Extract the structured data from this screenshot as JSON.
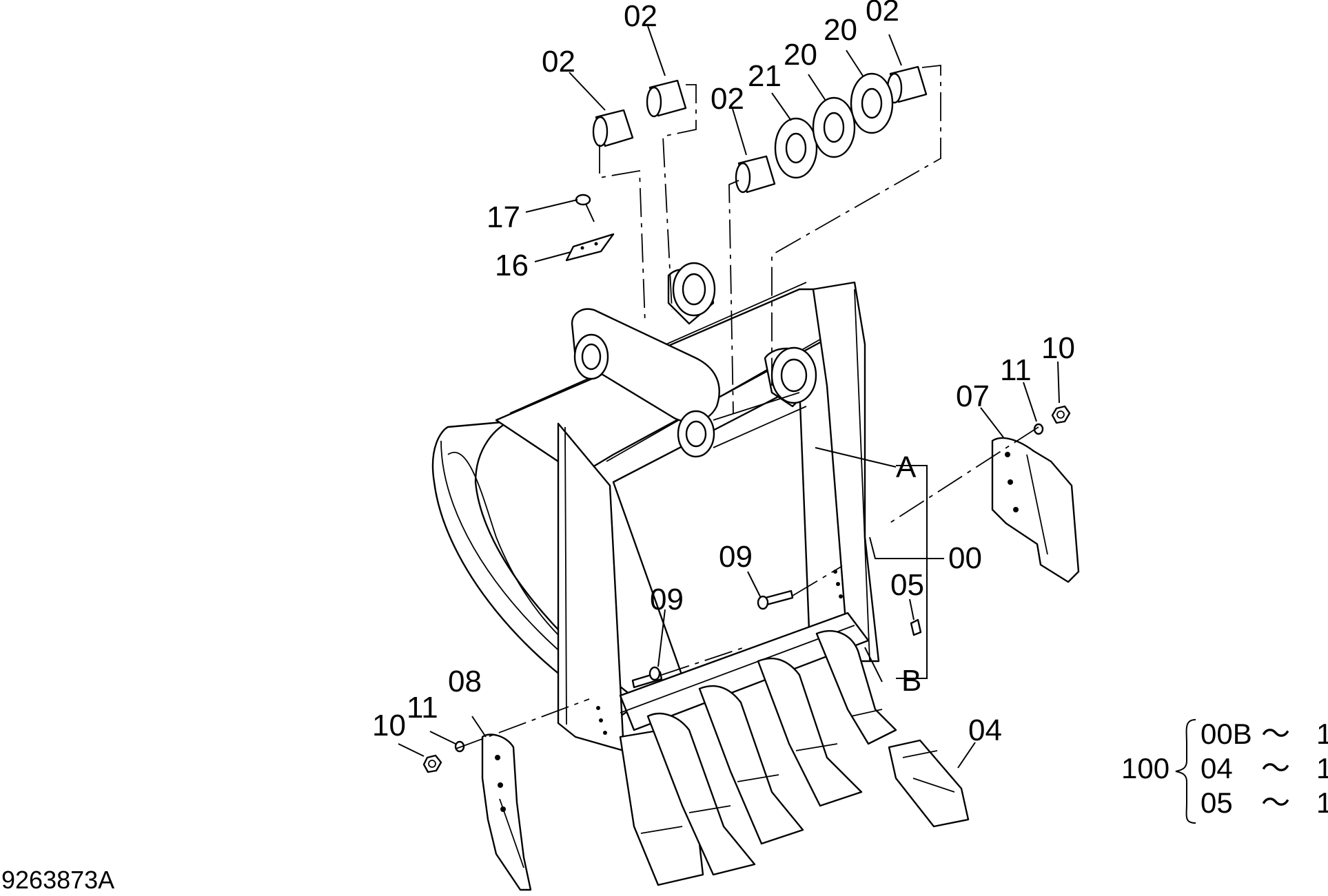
{
  "drawing_id": "9263873A",
  "colors": {
    "ink": "#000000",
    "paper": "#ffffff"
  },
  "callouts": [
    {
      "id": "c02_top",
      "text": "02"
    },
    {
      "id": "c02_left",
      "text": "02"
    },
    {
      "id": "c02_mid",
      "text": "02"
    },
    {
      "id": "c02_right",
      "text": "02"
    },
    {
      "id": "c21",
      "text": "21"
    },
    {
      "id": "c20_a",
      "text": "20"
    },
    {
      "id": "c20_b",
      "text": "20"
    },
    {
      "id": "c17",
      "text": "17"
    },
    {
      "id": "c16",
      "text": "16"
    },
    {
      "id": "cA",
      "text": "A"
    },
    {
      "id": "cB",
      "text": "B"
    },
    {
      "id": "c00",
      "text": "00"
    },
    {
      "id": "c07",
      "text": "07"
    },
    {
      "id": "c11_right",
      "text": "11"
    },
    {
      "id": "c10_right",
      "text": "10"
    },
    {
      "id": "c09_upper",
      "text": "09"
    },
    {
      "id": "c09_lower",
      "text": "09"
    },
    {
      "id": "c05",
      "text": "05"
    },
    {
      "id": "c08",
      "text": "08"
    },
    {
      "id": "c11_left",
      "text": "11"
    },
    {
      "id": "c10_left",
      "text": "10"
    },
    {
      "id": "c04",
      "text": "04"
    }
  ],
  "legend": {
    "qty": "100",
    "rows": [
      {
        "code": "00B",
        "tilde": "～",
        "value": "1"
      },
      {
        "code": "04",
        "tilde": "～",
        "value": "1"
      },
      {
        "code": "05",
        "tilde": "～",
        "value": "1"
      }
    ]
  }
}
